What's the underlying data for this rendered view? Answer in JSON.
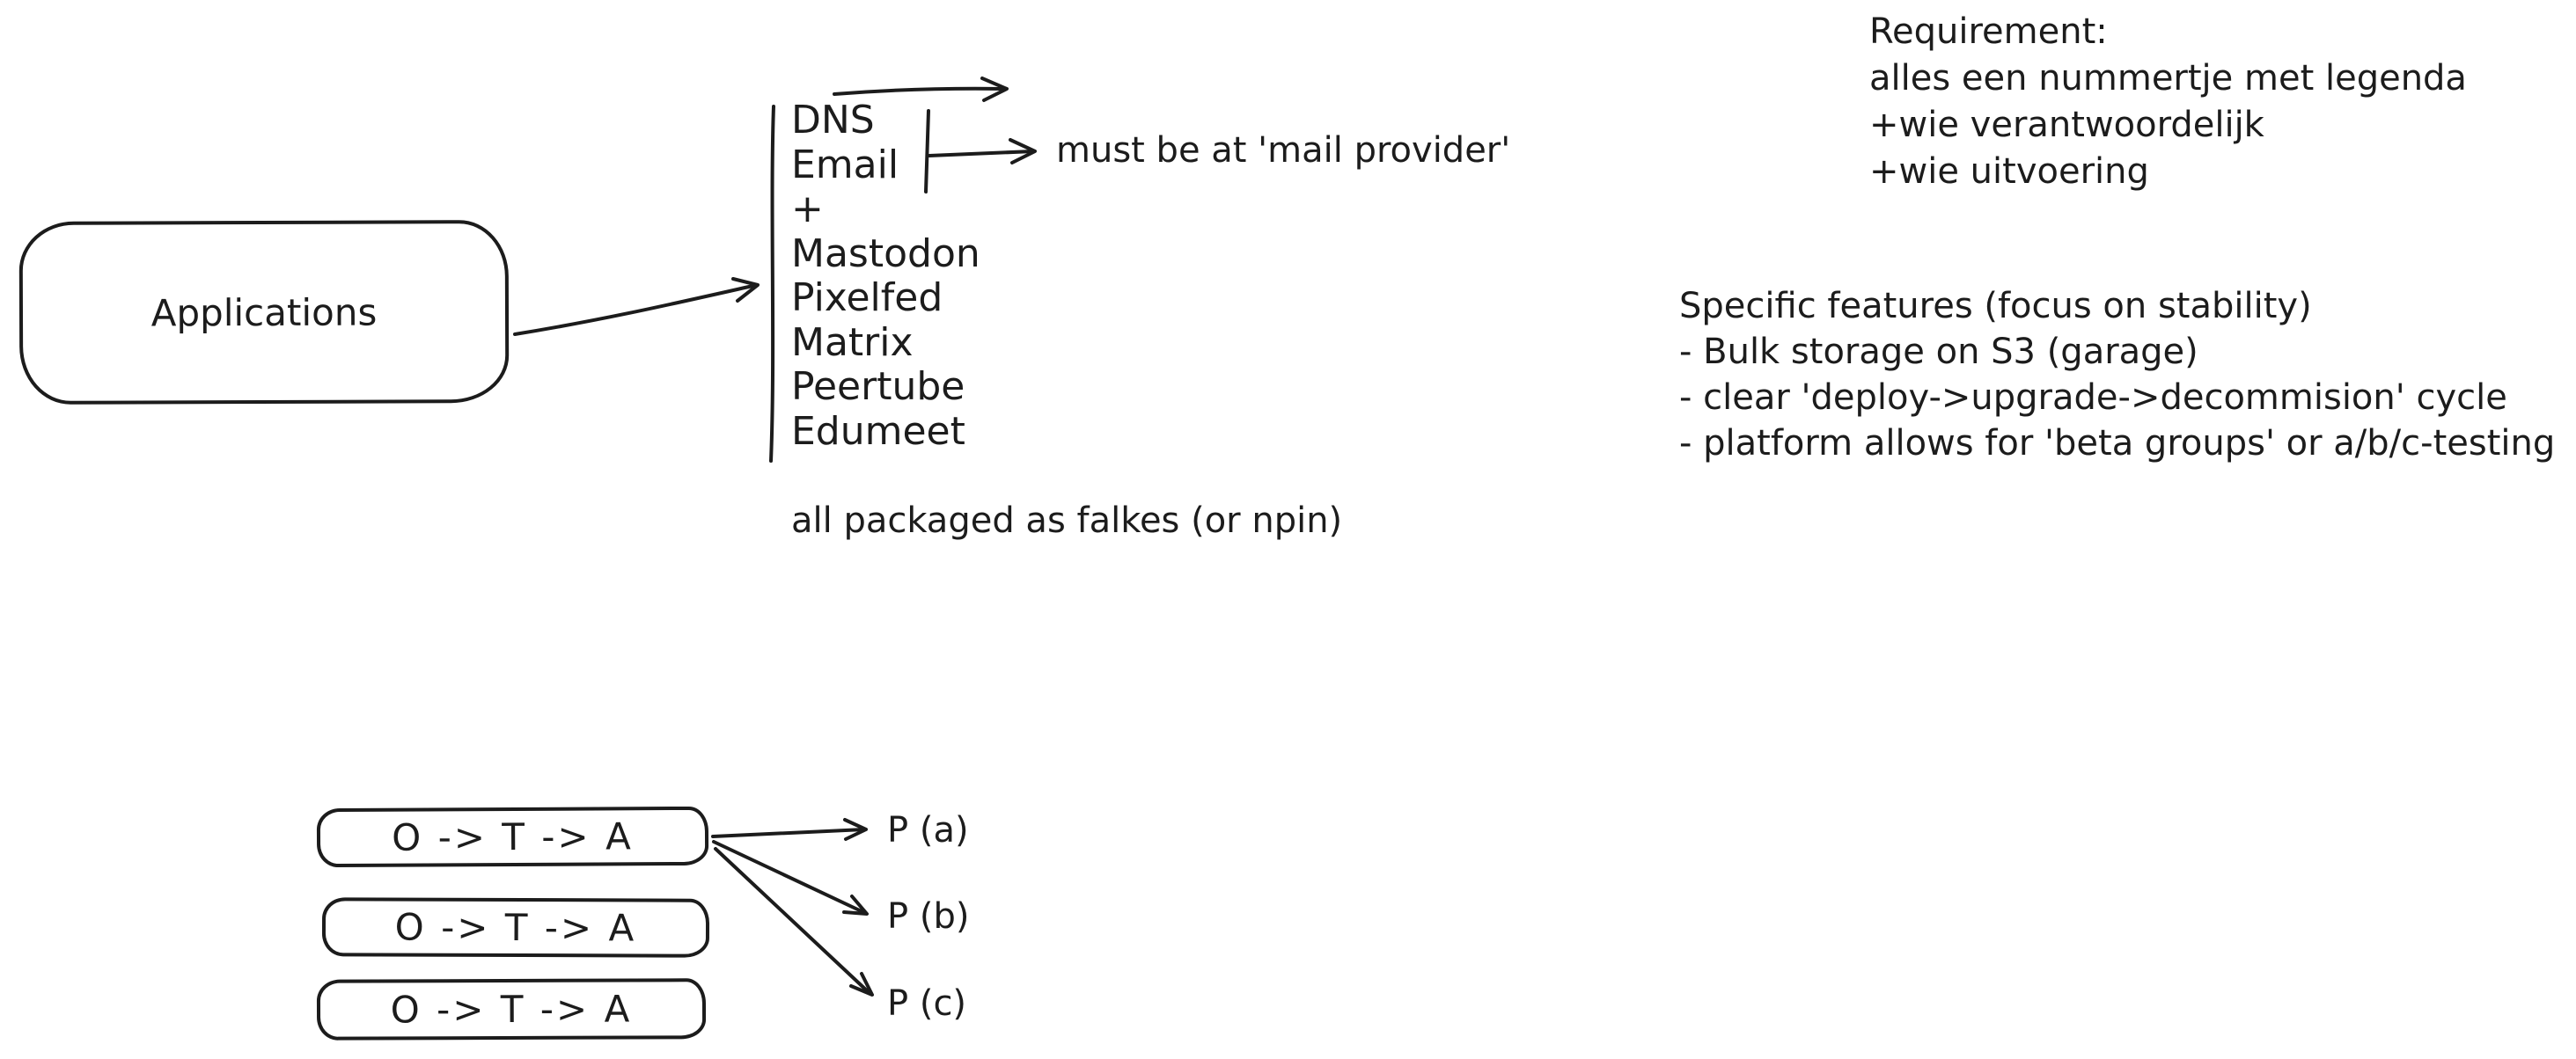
{
  "canvas": {
    "background": "#ffffff",
    "ink": "#1c1c1c"
  },
  "applications_box": {
    "label": "Applications"
  },
  "services_list": {
    "items": [
      "DNS",
      "Email",
      "+",
      "Mastodon",
      "Pixelfed",
      "Matrix",
      "Peertube",
      "Edumeet"
    ],
    "mail_note": "must be at 'mail provider'",
    "packaging_note": "all packaged as falkes (or npin)"
  },
  "requirement_note": {
    "lines": [
      "Requirement:",
      "alles een nummertje met legenda",
      "+wie verantwoordelijk",
      "+wie uitvoering"
    ]
  },
  "features_note": {
    "lines": [
      "Specific features (focus on stability)",
      "- Bulk storage on S3 (garage)",
      "- clear 'deploy->upgrade->decommision' cycle",
      "- platform allows for 'beta groups' or a/b/c-testing"
    ]
  },
  "pipelines": {
    "boxes": [
      "O -> T -> A",
      "O -> T -> A",
      "O -> T -> A"
    ],
    "targets": [
      "P (a)",
      "P (b)",
      "P (c)"
    ]
  }
}
